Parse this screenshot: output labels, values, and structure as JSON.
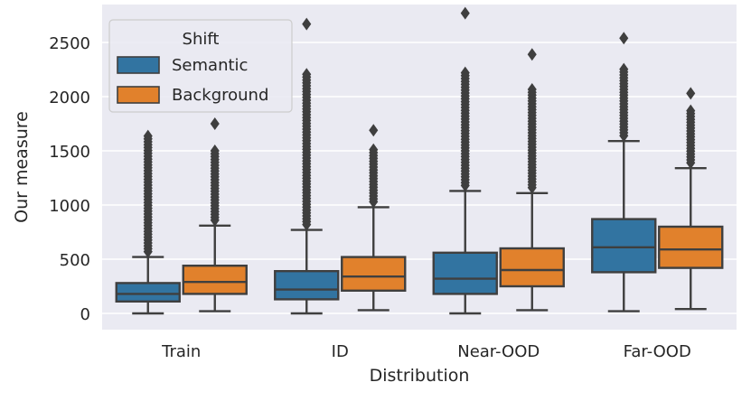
{
  "chart_data": {
    "type": "box",
    "xlabel": "Distribution",
    "ylabel": "Our measure",
    "ylim": [
      -150,
      2850
    ],
    "yticks": [
      0,
      500,
      1000,
      1500,
      2000,
      2500
    ],
    "grid": true,
    "legend": {
      "title": "Shift",
      "placement": "top-left"
    },
    "categories": [
      "Train",
      "ID",
      "Near-OOD",
      "Far-OOD"
    ],
    "colors": {
      "Semantic": "#3274a1",
      "Background": "#e1812c"
    },
    "series": [
      {
        "name": "Semantic",
        "boxes": [
          {
            "whisker_low": 0,
            "q1": 110,
            "median": 180,
            "q3": 280,
            "whisker_high": 520,
            "outlier_max": 1640,
            "extreme_outliers": []
          },
          {
            "whisker_low": 0,
            "q1": 130,
            "median": 220,
            "q3": 390,
            "whisker_high": 770,
            "outlier_max": 2230,
            "extreme_outliers": [
              2670
            ]
          },
          {
            "whisker_low": 0,
            "q1": 180,
            "median": 320,
            "q3": 560,
            "whisker_high": 1130,
            "outlier_max": 2230,
            "extreme_outliers": [
              2770
            ]
          },
          {
            "whisker_low": 20,
            "q1": 380,
            "median": 610,
            "q3": 870,
            "whisker_high": 1590,
            "outlier_max": 2260,
            "extreme_outliers": [
              2540
            ]
          }
        ]
      },
      {
        "name": "Background",
        "boxes": [
          {
            "whisker_low": 20,
            "q1": 180,
            "median": 290,
            "q3": 440,
            "whisker_high": 810,
            "outlier_max": 1510,
            "extreme_outliers": [
              1750
            ]
          },
          {
            "whisker_low": 30,
            "q1": 210,
            "median": 340,
            "q3": 520,
            "whisker_high": 980,
            "outlier_max": 1530,
            "extreme_outliers": [
              1690
            ]
          },
          {
            "whisker_low": 30,
            "q1": 250,
            "median": 400,
            "q3": 600,
            "whisker_high": 1110,
            "outlier_max": 2070,
            "extreme_outliers": [
              2390
            ]
          },
          {
            "whisker_low": 40,
            "q1": 420,
            "median": 590,
            "q3": 800,
            "whisker_high": 1340,
            "outlier_max": 1890,
            "extreme_outliers": [
              2030
            ]
          }
        ]
      }
    ]
  },
  "style": {
    "plot_bg": "#eaeaf2",
    "grid_color": "#ffffff",
    "line_color": "#3f3f3f",
    "text_color": "#262626"
  }
}
